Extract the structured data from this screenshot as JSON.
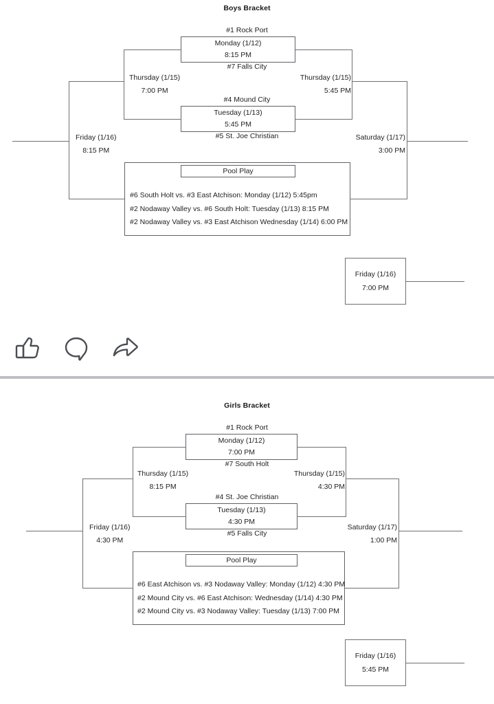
{
  "boys": {
    "title": "Boys Bracket",
    "semifinal_top": {
      "top_seed": "#1 Rock Port",
      "day": "Monday (1/12)",
      "time": "8:15 PM",
      "bottom_seed": "#7 Falls City"
    },
    "semifinal_bottom": {
      "top_seed": "#4 Mound City",
      "day": "Tuesday (1/13)",
      "time": "5:45 PM",
      "bottom_seed": "#5 St. Joe Christian"
    },
    "left_upper_round": {
      "day": "Thursday (1/15)",
      "time": "7:00 PM"
    },
    "right_upper_round": {
      "day": "Thursday (1/15)",
      "time": "5:45 PM"
    },
    "left_final_round": {
      "day": "Friday (1/16)",
      "time": "8:15 PM"
    },
    "right_final_round": {
      "day": "Saturday (1/17)",
      "time": "3:00 PM"
    },
    "pool_play": {
      "header": "Pool Play",
      "lines": [
        "#6 South Holt vs. #3 East Atchison: Monday (1/12) 5:45pm",
        "#2 Nodaway Valley vs. #6 South Holt: Tuesday (1/13) 8:15 PM",
        "#2 Nodaway Valley vs. #3 East Atchison Wednesday (1/14) 6:00 PM"
      ]
    },
    "third_place": {
      "day": "Friday (1/16)",
      "time": "7:00 PM"
    }
  },
  "social": {
    "like_icon": "thumbs-up-icon",
    "comment_icon": "comment-bubble-icon",
    "share_icon": "share-arrow-icon"
  },
  "girls": {
    "title": "Girls Bracket",
    "semifinal_top": {
      "top_seed": "#1 Rock Port",
      "day": "Monday (1/12)",
      "time": "7:00 PM",
      "bottom_seed": "#7 South Holt"
    },
    "semifinal_bottom": {
      "top_seed": "#4 St. Joe Christian",
      "day": "Tuesday (1/13)",
      "time": "4:30 PM",
      "bottom_seed": "#5 Falls City"
    },
    "left_upper_round": {
      "day": "Thursday (1/15)",
      "time": "8:15 PM"
    },
    "right_upper_round": {
      "day": "Thursday (1/15)",
      "time": "4:30 PM"
    },
    "left_final_round": {
      "day": "Friday (1/16)",
      "time": "4:30 PM"
    },
    "right_final_round": {
      "day": "Saturday (1/17)",
      "time": "1:00 PM"
    },
    "pool_play": {
      "header": "Pool Play",
      "lines": [
        "#6 East Atchison vs. #3 Nodaway Valley: Monday (1/12) 4:30 PM",
        "#2 Mound City vs. #6 East Atchison: Wednesday (1/14) 4:30 PM",
        "#2 Mound City vs. #3 Nodaway Valley: Tuesday (1/13) 7:00 PM"
      ]
    },
    "third_place": {
      "day": "Friday (1/16)",
      "time": "5:45 PM"
    }
  },
  "colors": {
    "line": "#6d6f73",
    "box_border": "#5f6167",
    "text": "#1f1f1f",
    "divider": "#bdbfc4"
  }
}
